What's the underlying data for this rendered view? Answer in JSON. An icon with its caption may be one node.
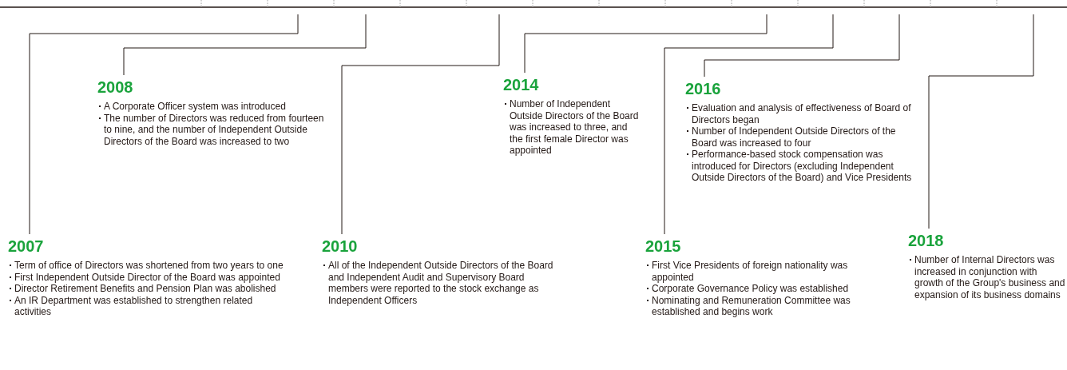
{
  "diagram": {
    "nodes": [
      {
        "text": [
          "2007",
          "Term of office of Directors was shortened from two years to one",
          "First Independent Outside Director of the Board was appointed",
          "Director Retirement Benefits and Pension Plan was abolished",
          "An IR Department was established to strengthen related activities"
        ]
      },
      {
        "text": [
          "2008",
          "A Corporate Officer system was introduced",
          "The number of Directors was reduced from fourteen to nine, and the number of Independent Outside Directors of the Board was increased to two"
        ]
      },
      {
        "text": [
          "2010",
          "All of the Independent Outside Directors of the Board and Independent Audit and Supervisory Board members were reported to the stock exchange as Independent Officers"
        ]
      },
      {
        "text": [
          "2014",
          "Number of Independent Outside Directors of the Board was increased to three, and the first female Director was appointed"
        ]
      },
      {
        "text": [
          "2015",
          "First Vice Presidents of foreign nationality was appointed",
          "Corporate Governance Policy was established",
          "Nominating and Remuneration Committee was established and begins work"
        ]
      },
      {
        "text": [
          "2016",
          "Evaluation and analysis of effectiveness of Board of Directors began",
          "Number of Independent Outside Directors of the Board was increased to four",
          "Performance-based stock compensation was introduced for Directors (excluding Independent Outside Directors of the Board) and Vice Presidents"
        ]
      },
      {
        "text": [
          "2018",
          "Number of Internal Directors was increased in conjunction with growth of the Group's business and expansion of its business domains"
        ]
      }
    ],
    "edges": [
      {
        "from": null,
        "to": 0,
        "arrow": "none"
      },
      {
        "from": null,
        "to": 1,
        "arrow": "none"
      },
      {
        "from": null,
        "to": 2,
        "arrow": "none"
      },
      {
        "from": null,
        "to": 3,
        "arrow": "none"
      },
      {
        "from": null,
        "to": 4,
        "arrow": "none"
      },
      {
        "from": null,
        "to": 5,
        "arrow": "none"
      },
      {
        "from": null,
        "to": 6,
        "arrow": "none"
      }
    ]
  }
}
